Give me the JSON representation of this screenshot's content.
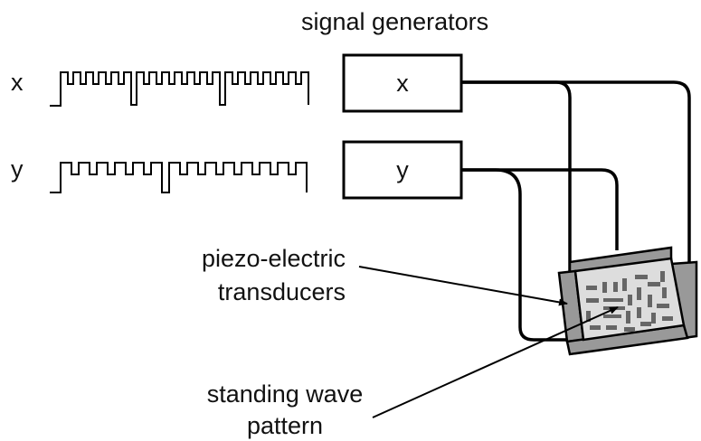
{
  "labels": {
    "signal_generators": "signal generators",
    "channel_x": "x",
    "channel_y": "y",
    "generator_x": "x",
    "generator_y": "y",
    "transducers_line1": "piezo-electric",
    "transducers_line2": "transducers",
    "pattern_line1": "standing wave",
    "pattern_line2": "pattern"
  }
}
